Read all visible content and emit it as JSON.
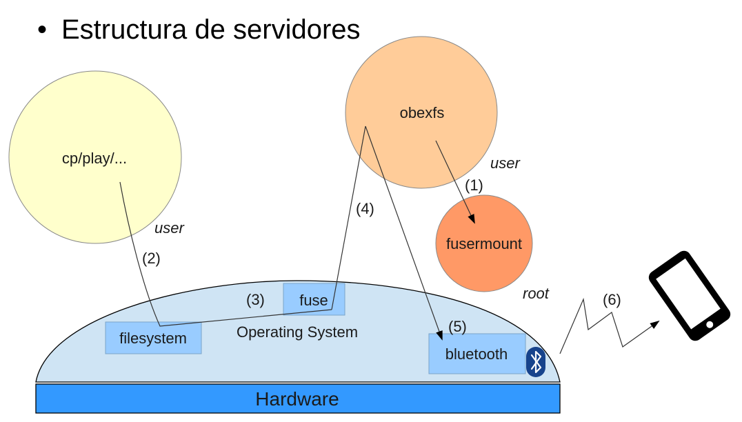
{
  "slide": {
    "bullet": "•",
    "title": "Estructura de servidores"
  },
  "diagram": {
    "processes": {
      "cp_play": "cp/play/...",
      "obexfs": "obexfs",
      "fusermount": "fusermount"
    },
    "privilege_labels": {
      "cp_user": "user",
      "obexfs_user": "user",
      "fusermount_root": "root"
    },
    "os": {
      "label": "Operating System",
      "filesystem": "filesystem",
      "fuse": "fuse",
      "bluetooth": "bluetooth"
    },
    "hardware": "Hardware",
    "steps": {
      "s1": "(1)",
      "s2": "(2)",
      "s3": "(3)",
      "s4": "(4)",
      "s5": "(5)",
      "s6": "(6)"
    },
    "icons": {
      "bluetooth": "bluetooth-icon",
      "phone": "smartphone-icon"
    },
    "colors": {
      "cp_circle": "#FFFFCC",
      "obexfs_circle": "#FFCC99",
      "fusermount_circle": "#FF9966",
      "os_dome": "#CFE4F4",
      "os_box": "#99CCFF",
      "hardware_bar": "#3399FF",
      "bluetooth_badge": "#17438C"
    }
  }
}
